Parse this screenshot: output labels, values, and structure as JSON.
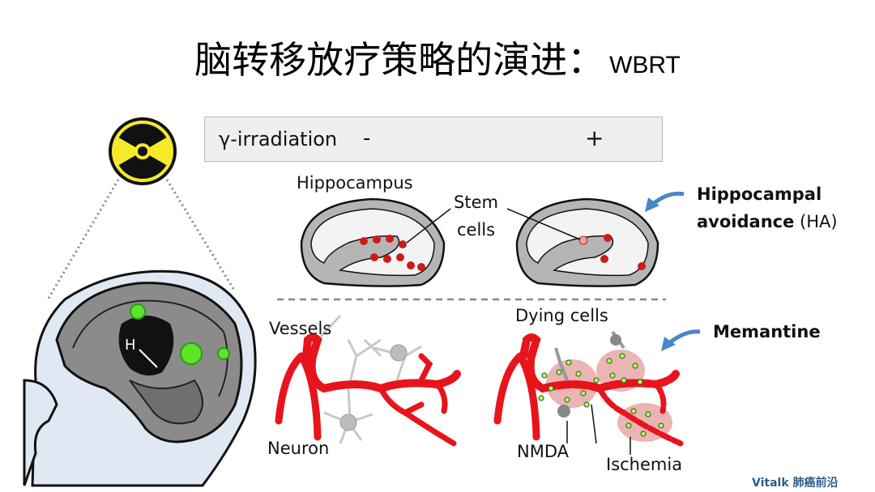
{
  "title": {
    "main": "脑转移放疗策略的演进：",
    "sub": "WBRT"
  },
  "gamma_bar": {
    "label": "γ-irradiation",
    "minus": "-",
    "plus": "+"
  },
  "labels": {
    "hippocampus": "Hippocampus",
    "stem_cells_1": "Stem",
    "stem_cells_2": "cells",
    "ha_1": "Hippocampal",
    "ha_2_bold": "avoidance",
    "ha_2_normal": "(HA)",
    "vessels": "Vessels",
    "neuron": "Neuron",
    "dying_cells": "Dying cells",
    "memantine": "Memantine",
    "nmda": "NMDA",
    "ischemia": "Ischemia",
    "brain_h": "H"
  },
  "watermark": "Vitalk 肺癌前沿",
  "colors": {
    "vessel": "#e8141c",
    "stem_cell": "#cc1b1b",
    "hippo_gray": "#b5b5b5",
    "arrow_blue": "#4a86c8",
    "tumor_green": "#5ee32a"
  }
}
